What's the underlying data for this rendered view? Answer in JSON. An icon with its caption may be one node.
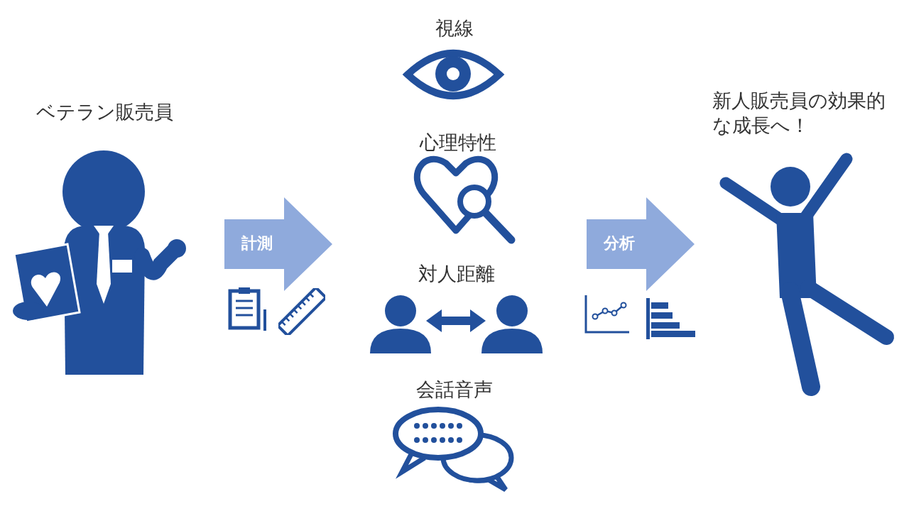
{
  "diagram": {
    "nodes": [
      {
        "text": [
          "ベテラン販売員"
        ]
      },
      {
        "text": [
          "計測"
        ]
      },
      {
        "text": [
          "視線"
        ]
      },
      {
        "text": [
          "心理特性"
        ]
      },
      {
        "text": [
          "対人距離"
        ]
      },
      {
        "text": [
          "会話音声"
        ]
      },
      {
        "text": [
          "分析"
        ]
      },
      {
        "text": [
          "新人販売員の効果的な成長へ！"
        ]
      }
    ]
  }
}
